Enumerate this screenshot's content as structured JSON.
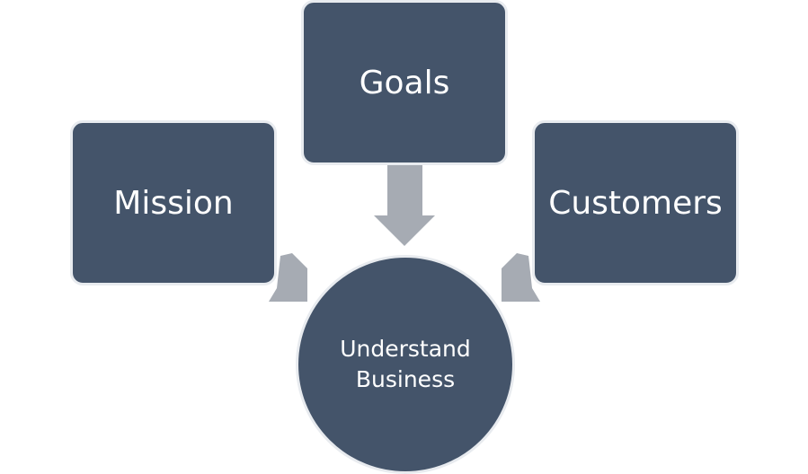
{
  "diagram": {
    "nodes": {
      "goals": "Goals",
      "mission": "Mission",
      "customers": "Customers",
      "center": "Understand\nBusiness"
    },
    "colors": {
      "node_fill": "#44546a",
      "node_border": "#e8ebef",
      "arrow_fill": "#a6abb3",
      "text": "#ffffff"
    }
  }
}
